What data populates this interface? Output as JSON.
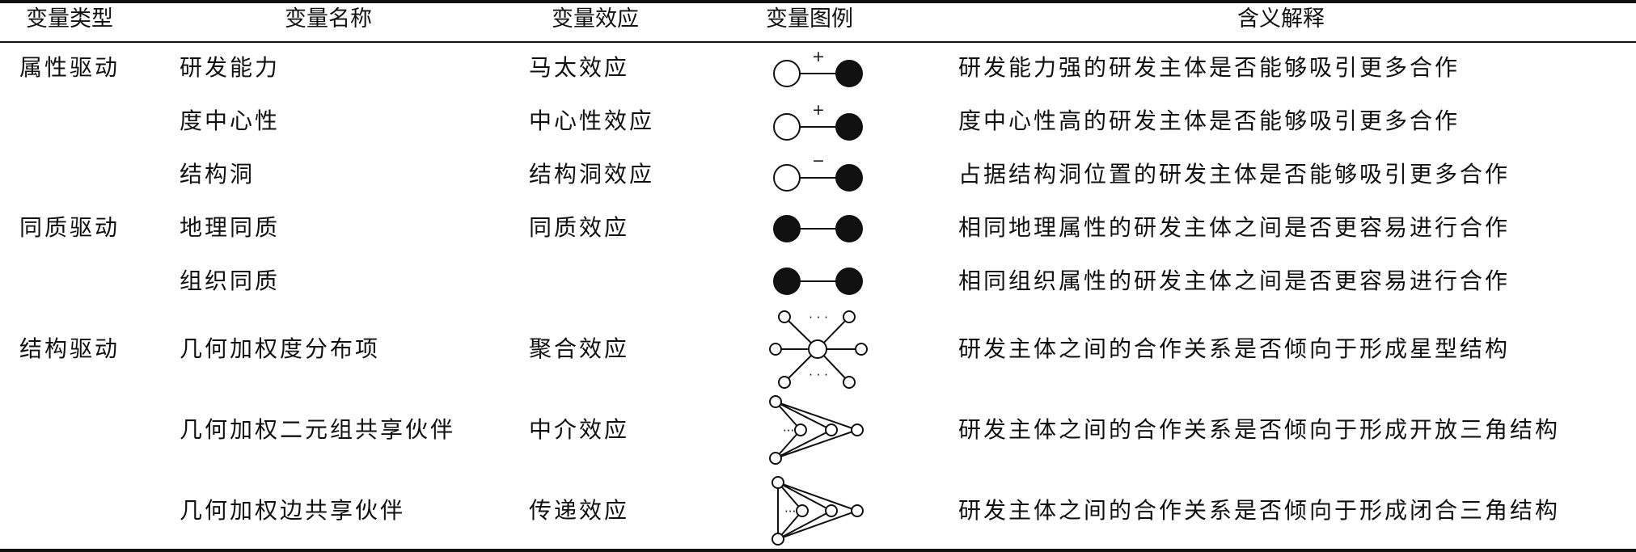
{
  "headers": {
    "type": "变量类型",
    "name": "变量名称",
    "effect": "变量效应",
    "legend": "变量图例",
    "meaning": "含义解释"
  },
  "groups": [
    "属性驱动",
    "同质驱动",
    "结构驱动"
  ],
  "rows": [
    {
      "name": "研发能力",
      "effect": "马太效应",
      "legend": "positive-tie",
      "sign": "+",
      "meaning": "研发能力强的研发主体是否能够吸引更多合作"
    },
    {
      "name": "度中心性",
      "effect": "中心性效应",
      "legend": "positive-tie",
      "sign": "+",
      "meaning": "度中心性高的研发主体是否能够吸引更多合作"
    },
    {
      "name": "结构洞",
      "effect": "结构洞效应",
      "legend": "negative-tie",
      "sign": "−",
      "meaning": "占据结构洞位置的研发主体是否能够吸引更多合作"
    },
    {
      "name": "地理同质",
      "effect": "同质效应",
      "legend": "homophily-tie",
      "meaning": "相同地理属性的研发主体之间是否更容易进行合作"
    },
    {
      "name": "组织同质",
      "effect": "",
      "legend": "homophily-tie",
      "meaning": "相同组织属性的研发主体之间是否更容易进行合作"
    },
    {
      "name": "几何加权度分布项",
      "effect": "聚合效应",
      "legend": "star",
      "ellipsis": "· · ·",
      "meaning": "研发主体之间的合作关系是否倾向于形成星型结构"
    },
    {
      "name": "几何加权二元组共享伙伴",
      "effect": "中介效应",
      "legend": "open-triangle",
      "ellipsis": "···",
      "meaning": "研发主体之间的合作关系是否倾向于形成开放三角结构"
    },
    {
      "name": "几何加权边共享伙伴",
      "effect": "传递效应",
      "legend": "closed-triangle",
      "ellipsis": "···",
      "meaning": "研发主体之间的合作关系是否倾向于形成闭合三角结构"
    }
  ]
}
